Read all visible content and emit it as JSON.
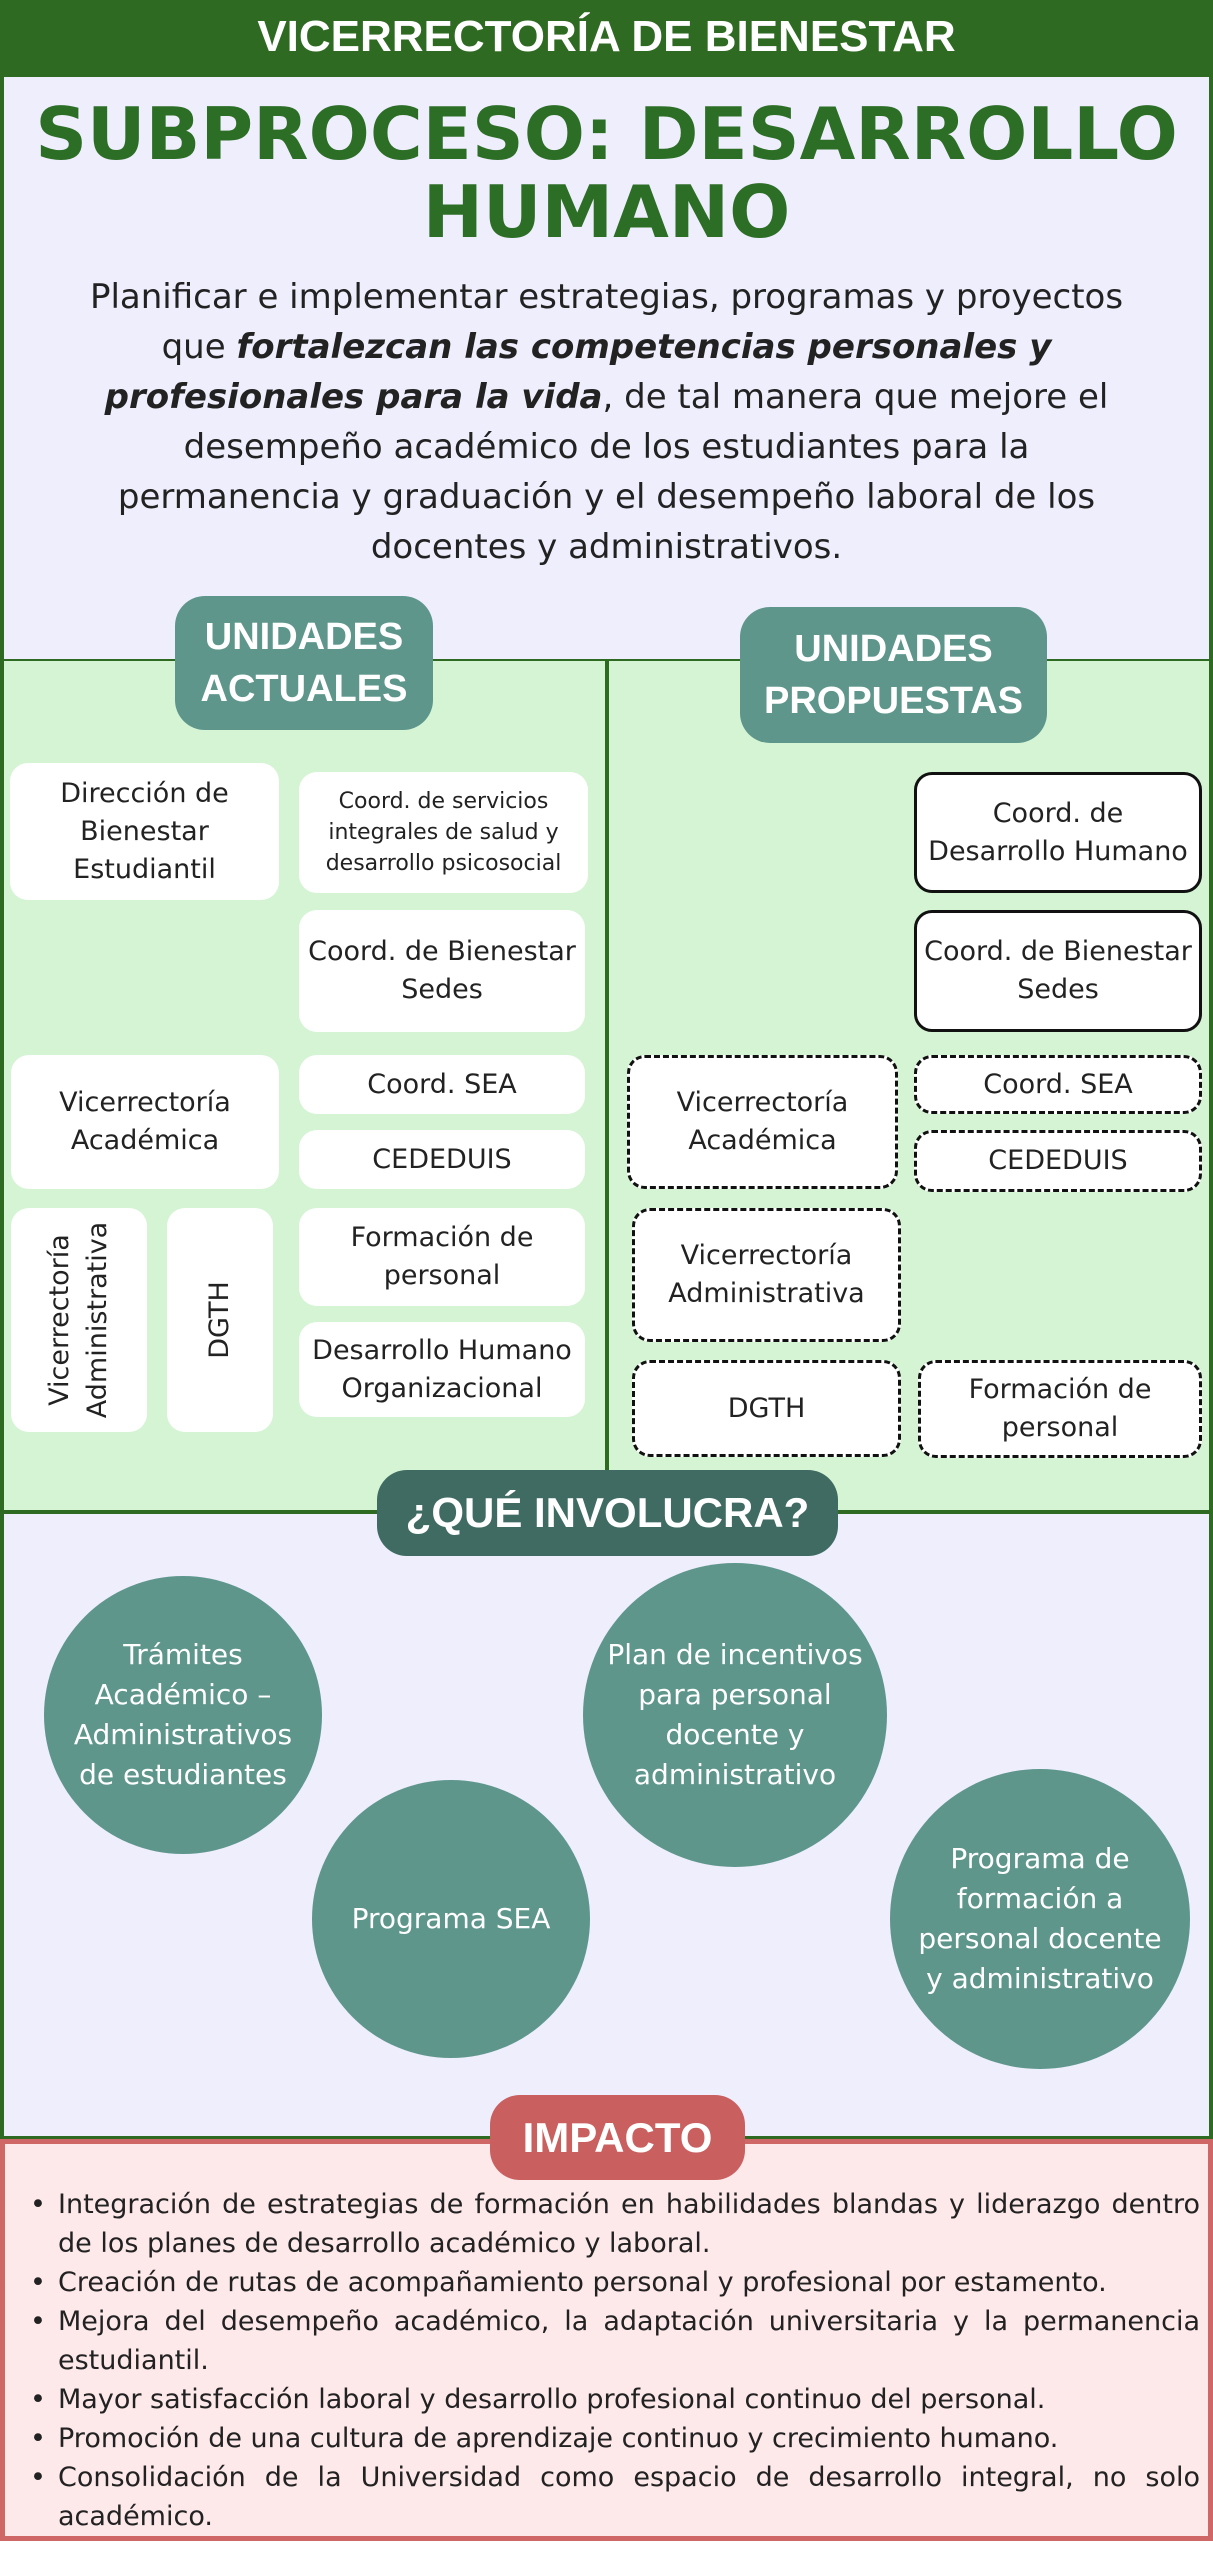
{
  "header": {
    "title": "VICERRECTORÍA DE BIENESTAR"
  },
  "intro": {
    "title_line1": "SUBPROCESO: DESARROLLO",
    "title_line2": "HUMANO",
    "desc_before": "Planificar e implementar estrategias, programas y proyectos que ",
    "desc_bold": "fortalezcan las competencias personales y profesionales para la vida",
    "desc_after": ", de tal manera que mejore el desempeño académico de los estudiantes para la permanencia y graduación y el desempeño laboral de los docentes y administrativos."
  },
  "current": {
    "label_line1": "UNIDADES",
    "label_line2": "ACTUALES",
    "boxes": [
      "Dirección de Bienestar Estudiantil",
      "Coord. de servicios integrales de salud y desarrollo psicosocial",
      "Coord. de Bienestar Sedes",
      "Vicerrectoría Académica",
      "Coord. SEA",
      "CEDEDUIS",
      "Vicerrectoría Administrativa",
      "DGTH",
      "Formación de personal",
      "Desarrollo Humano Organizacional"
    ]
  },
  "proposed": {
    "label_line1": "UNIDADES",
    "label_line2": "PROPUESTAS",
    "boxes": [
      "Coord. de Desarrollo Humano",
      "Coord. de Bienestar Sedes",
      "Vicerrectoría Académica",
      "Coord. SEA",
      "CEDEDUIS",
      "Vicerrectoría Administrativa",
      "DGTH",
      "Formación de personal"
    ]
  },
  "involves": {
    "label": "¿QUÉ INVOLUCRA?",
    "items": [
      "Trámites Académico – Administrativos de estudiantes",
      "Programa SEA",
      "Plan de incentivos para personal docente y administrativo",
      "Programa de formación a personal docente y administrativo"
    ]
  },
  "impact": {
    "label": "IMPACTO",
    "items": [
      "Integración de estrategias de formación en habilidades blandas y liderazgo dentro de los planes de desarrollo académico y laboral.",
      "Creación de rutas de acompañamiento personal y profesional por estamento.",
      "Mejora del desempeño académico, la adaptación universitaria y la permanencia estudiantil.",
      "Mayor satisfacción laboral y desarrollo profesional continuo del personal.",
      "Promoción de una cultura de aprendizaje continuo y crecimiento humano.",
      "Consolidación de la Universidad como espacio de desarrollo integral, no solo académico."
    ]
  },
  "colors": {
    "green": "#2f6a22",
    "teal": "#5e968c",
    "dark_teal": "#3f6b63",
    "red": "#c95f5f"
  }
}
